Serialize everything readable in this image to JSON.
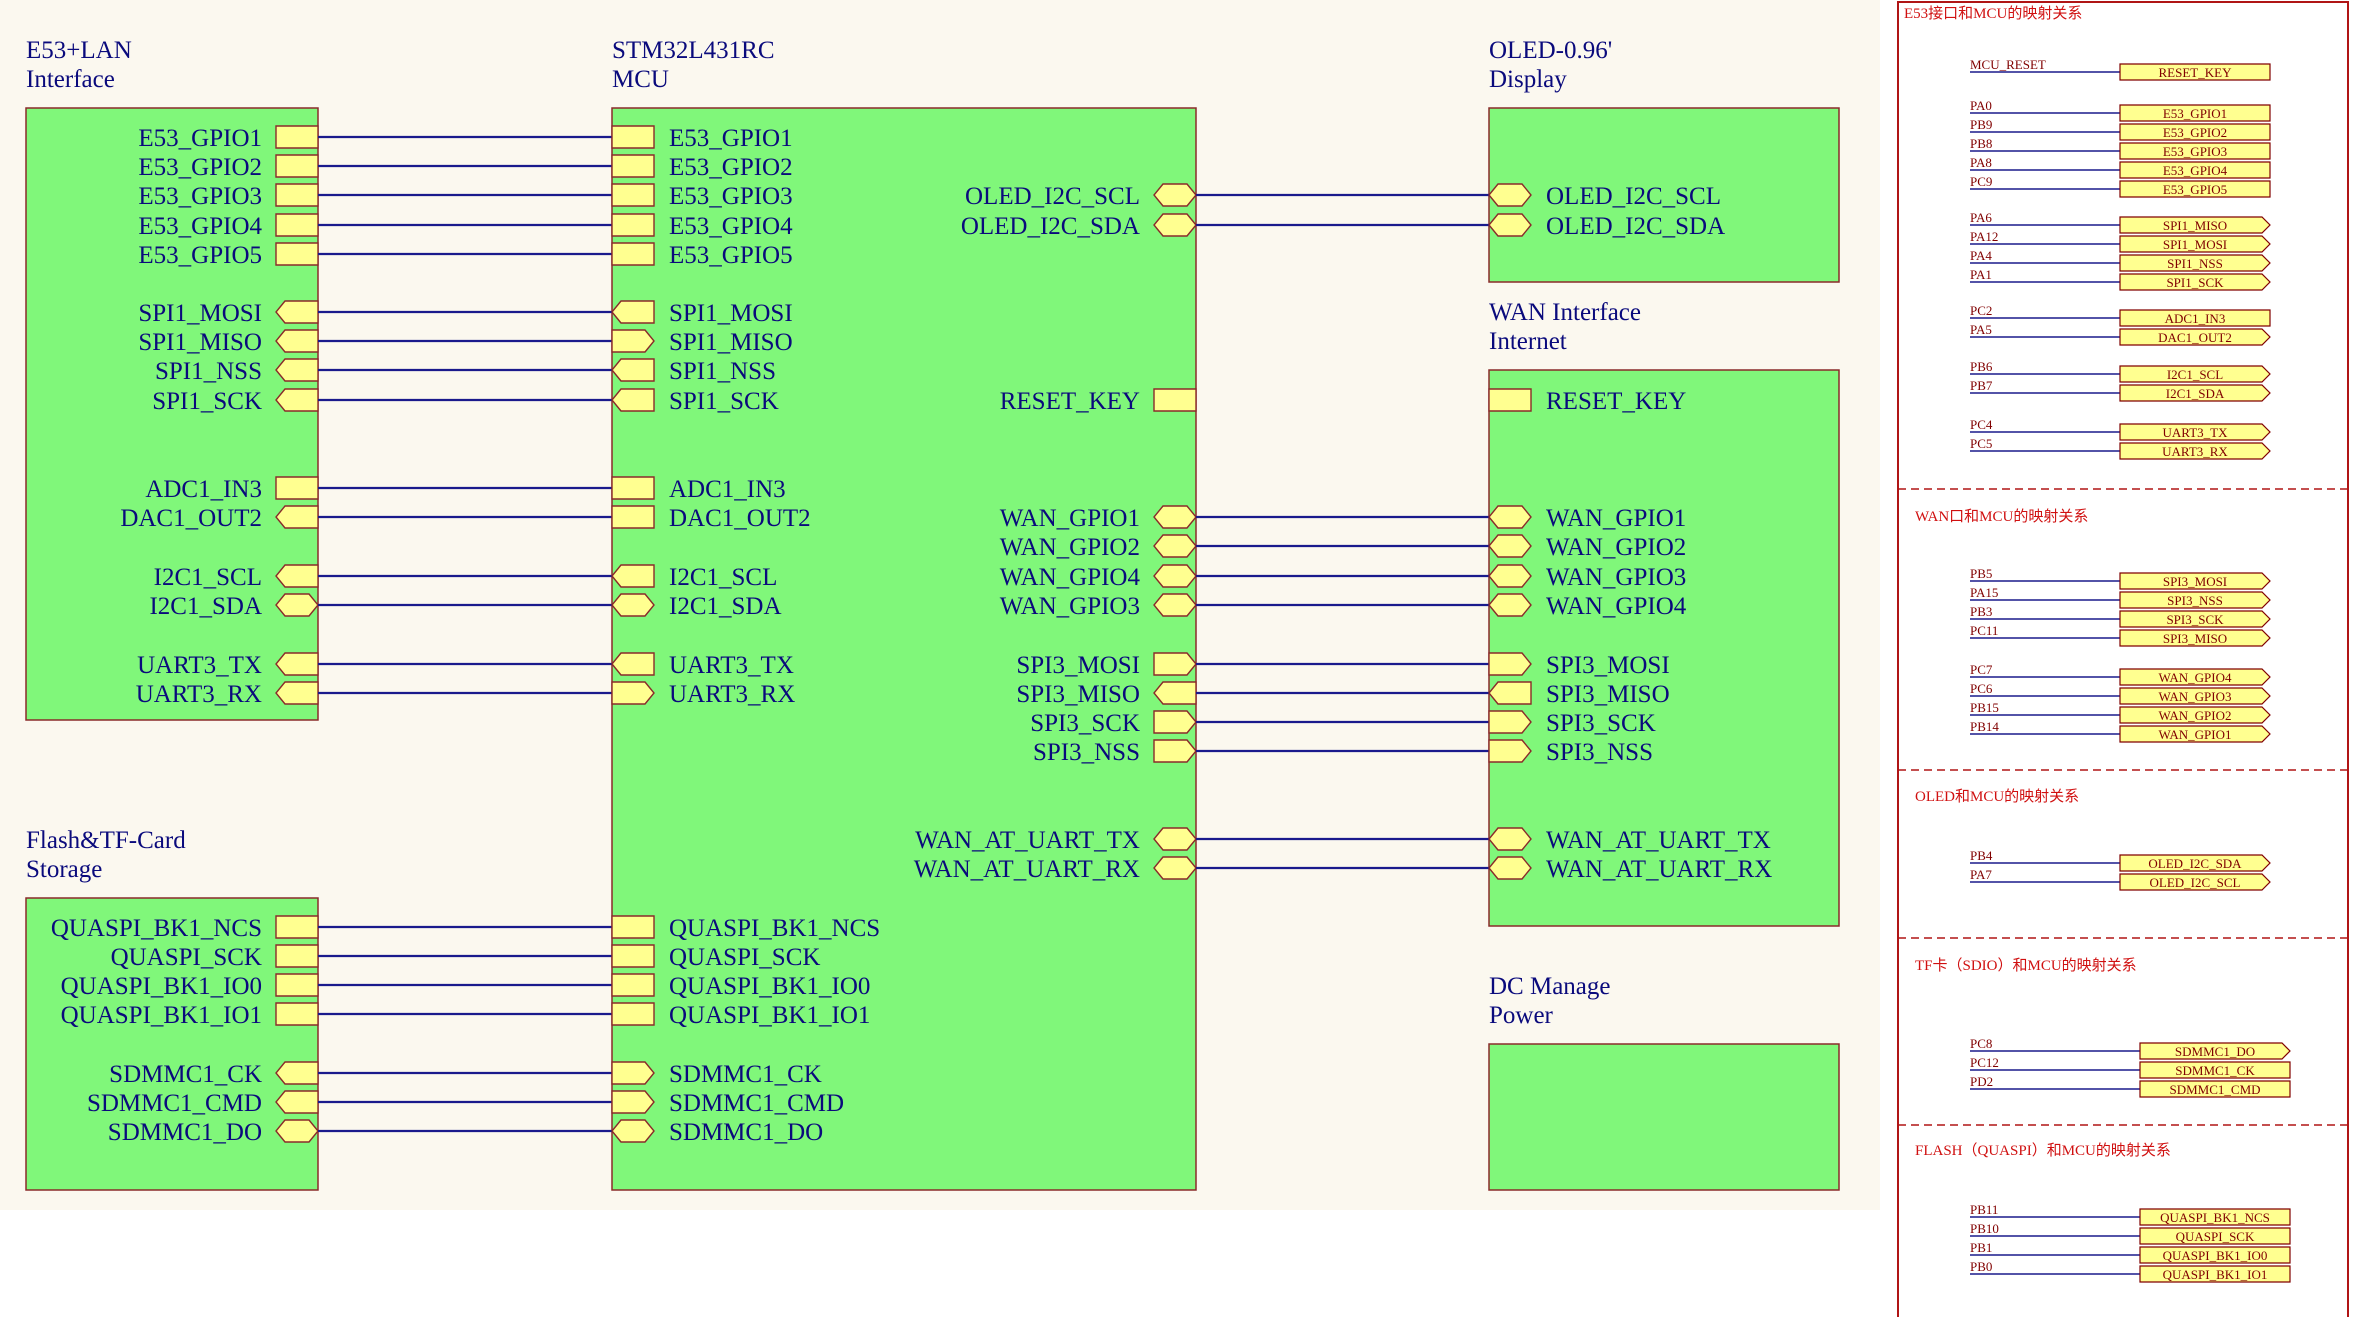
{
  "colors": {
    "background": "#fbf8ef",
    "block_fill": "#80f77a",
    "block_stroke": "#8a2a2a",
    "port_fill": "#ffff90",
    "port_stroke": "#8a2a2a",
    "wire": "#1a1a8c",
    "text_blue": "#0a0a7c",
    "map_border": "#b01515",
    "map_title": "#d01010",
    "map_label": "#800000",
    "map_wire": "#1a1a8c",
    "map_port_fill": "#ffff90"
  },
  "blocks": [
    {
      "id": "e53",
      "title1": "E53+LAN",
      "title2": "Interface"
    },
    {
      "id": "mcu",
      "title1": "STM32L431RC",
      "title2": "MCU"
    },
    {
      "id": "oled",
      "title1": "OLED-0.96'",
      "title2": "Display"
    },
    {
      "id": "wan",
      "title1": "WAN Interface",
      "title2": "Internet"
    },
    {
      "id": "flash",
      "title1": "Flash&TF-Card",
      "title2": "Storage"
    },
    {
      "id": "dc",
      "title1": "DC Manage",
      "title2": "Power"
    }
  ],
  "ports": {
    "e53_right": [
      {
        "label": "E53_GPIO1",
        "shape": "rect"
      },
      {
        "label": "E53_GPIO2",
        "shape": "rect"
      },
      {
        "label": "E53_GPIO3",
        "shape": "rect"
      },
      {
        "label": "E53_GPIO4",
        "shape": "rect"
      },
      {
        "label": "E53_GPIO5",
        "shape": "rect"
      },
      {
        "label": "SPI1_MOSI",
        "shape": "left"
      },
      {
        "label": "SPI1_MISO",
        "shape": "left"
      },
      {
        "label": "SPI1_NSS",
        "shape": "left"
      },
      {
        "label": "SPI1_SCK",
        "shape": "left"
      },
      {
        "label": "ADC1_IN3",
        "shape": "rect"
      },
      {
        "label": "DAC1_OUT2",
        "shape": "left"
      },
      {
        "label": "I2C1_SCL",
        "shape": "left"
      },
      {
        "label": "I2C1_SDA",
        "shape": "both"
      },
      {
        "label": "UART3_TX",
        "shape": "left"
      },
      {
        "label": "UART3_RX",
        "shape": "left"
      }
    ],
    "mcu_left": [
      {
        "label": "E53_GPIO1",
        "shape": "rect"
      },
      {
        "label": "E53_GPIO2",
        "shape": "rect"
      },
      {
        "label": "E53_GPIO3",
        "shape": "rect"
      },
      {
        "label": "E53_GPIO4",
        "shape": "rect"
      },
      {
        "label": "E53_GPIO5",
        "shape": "rect"
      },
      {
        "label": "SPI1_MOSI",
        "shape": "left"
      },
      {
        "label": "SPI1_MISO",
        "shape": "right"
      },
      {
        "label": "SPI1_NSS",
        "shape": "left"
      },
      {
        "label": "SPI1_SCK",
        "shape": "left"
      },
      {
        "label": "ADC1_IN3",
        "shape": "rect"
      },
      {
        "label": "DAC1_OUT2",
        "shape": "rect"
      },
      {
        "label": "I2C1_SCL",
        "shape": "left"
      },
      {
        "label": "I2C1_SDA",
        "shape": "both"
      },
      {
        "label": "UART3_TX",
        "shape": "left"
      },
      {
        "label": "UART3_RX",
        "shape": "right"
      },
      {
        "label": "QUASPI_BK1_NCS",
        "shape": "rect"
      },
      {
        "label": "QUASPI_SCK",
        "shape": "rect"
      },
      {
        "label": "QUASPI_BK1_IO0",
        "shape": "rect"
      },
      {
        "label": "QUASPI_BK1_IO1",
        "shape": "rect"
      },
      {
        "label": "SDMMC1_CK",
        "shape": "right"
      },
      {
        "label": "SDMMC1_CMD",
        "shape": "right"
      },
      {
        "label": "SDMMC1_DO",
        "shape": "both"
      }
    ],
    "mcu_right": [
      {
        "label": "OLED_I2C_SCL",
        "shape": "both"
      },
      {
        "label": "OLED_I2C_SDA",
        "shape": "both"
      },
      {
        "label": "RESET_KEY",
        "shape": "rect"
      },
      {
        "label": "WAN_GPIO1",
        "shape": "both"
      },
      {
        "label": "WAN_GPIO2",
        "shape": "both"
      },
      {
        "label": "WAN_GPIO4",
        "shape": "both"
      },
      {
        "label": "WAN_GPIO3",
        "shape": "both"
      },
      {
        "label": "SPI3_MOSI",
        "shape": "right"
      },
      {
        "label": "SPI3_MISO",
        "shape": "left"
      },
      {
        "label": "SPI3_SCK",
        "shape": "right"
      },
      {
        "label": "SPI3_NSS",
        "shape": "right"
      },
      {
        "label": "WAN_AT_UART_TX",
        "shape": "both"
      },
      {
        "label": "WAN_AT_UART_RX",
        "shape": "both"
      }
    ],
    "oled_left": [
      {
        "label": "OLED_I2C_SCL",
        "shape": "both"
      },
      {
        "label": "OLED_I2C_SDA",
        "shape": "both"
      }
    ],
    "wan_left": [
      {
        "label": "RESET_KEY",
        "shape": "rect"
      },
      {
        "label": "WAN_GPIO1",
        "shape": "both"
      },
      {
        "label": "WAN_GPIO2",
        "shape": "both"
      },
      {
        "label": "WAN_GPIO3",
        "shape": "both"
      },
      {
        "label": "WAN_GPIO4",
        "shape": "both"
      },
      {
        "label": "SPI3_MOSI",
        "shape": "right"
      },
      {
        "label": "SPI3_MISO",
        "shape": "left"
      },
      {
        "label": "SPI3_SCK",
        "shape": "right"
      },
      {
        "label": "SPI3_NSS",
        "shape": "right"
      },
      {
        "label": "WAN_AT_UART_TX",
        "shape": "both"
      },
      {
        "label": "WAN_AT_UART_RX",
        "shape": "both"
      }
    ],
    "flash_right": [
      {
        "label": "QUASPI_BK1_NCS",
        "shape": "rect"
      },
      {
        "label": "QUASPI_SCK",
        "shape": "rect"
      },
      {
        "label": "QUASPI_BK1_IO0",
        "shape": "rect"
      },
      {
        "label": "QUASPI_BK1_IO1",
        "shape": "rect"
      },
      {
        "label": "SDMMC1_CK",
        "shape": "left"
      },
      {
        "label": "SDMMC1_CMD",
        "shape": "left"
      },
      {
        "label": "SDMMC1_DO",
        "shape": "both"
      }
    ]
  },
  "mapping": {
    "sections": [
      {
        "title": "E53接口和MCU的映射关系",
        "groups": [
          [
            {
              "pin": "MCU_RESET",
              "net": "RESET_KEY",
              "shape": "rect"
            }
          ],
          [
            {
              "pin": "PA0",
              "net": "E53_GPIO1",
              "shape": "rect"
            },
            {
              "pin": "PB9",
              "net": "E53_GPIO2",
              "shape": "rect"
            },
            {
              "pin": "PB8",
              "net": "E53_GPIO3",
              "shape": "rect"
            },
            {
              "pin": "PA8",
              "net": "E53_GPIO4",
              "shape": "rect"
            },
            {
              "pin": "PC9",
              "net": "E53_GPIO5",
              "shape": "rect"
            }
          ],
          [
            {
              "pin": "PA6",
              "net": "SPI1_MISO",
              "shape": "right"
            },
            {
              "pin": "PA12",
              "net": "SPI1_MOSI",
              "shape": "right"
            },
            {
              "pin": "PA4",
              "net": "SPI1_NSS",
              "shape": "right"
            },
            {
              "pin": "PA1",
              "net": "SPI1_SCK",
              "shape": "right"
            }
          ],
          [
            {
              "pin": "PC2",
              "net": "ADC1_IN3",
              "shape": "rect"
            },
            {
              "pin": "PA5",
              "net": "DAC1_OUT2",
              "shape": "right"
            }
          ],
          [
            {
              "pin": "PB6",
              "net": "I2C1_SCL",
              "shape": "right"
            },
            {
              "pin": "PB7",
              "net": "I2C1_SDA",
              "shape": "right"
            }
          ],
          [
            {
              "pin": "PC4",
              "net": "UART3_TX",
              "shape": "right"
            },
            {
              "pin": "PC5",
              "net": "UART3_RX",
              "shape": "right"
            }
          ]
        ]
      },
      {
        "title": "WAN口和MCU的映射关系",
        "groups": [
          [
            {
              "pin": "PB5",
              "net": "SPI3_MOSI",
              "shape": "right"
            },
            {
              "pin": "PA15",
              "net": "SPI3_NSS",
              "shape": "right"
            },
            {
              "pin": "PB3",
              "net": "SPI3_SCK",
              "shape": "right"
            },
            {
              "pin": "PC11",
              "net": "SPI3_MISO",
              "shape": "right"
            }
          ],
          [
            {
              "pin": "PC7",
              "net": "WAN_GPIO4",
              "shape": "right"
            },
            {
              "pin": "PC6",
              "net": "WAN_GPIO3",
              "shape": "right"
            },
            {
              "pin": "PB15",
              "net": "WAN_GPIO2",
              "shape": "right"
            },
            {
              "pin": "PB14",
              "net": "WAN_GPIO1",
              "shape": "right"
            }
          ]
        ]
      },
      {
        "title": "OLED和MCU的映射关系",
        "groups": [
          [
            {
              "pin": "PB4",
              "net": "OLED_I2C_SDA",
              "shape": "right"
            },
            {
              "pin": "PA7",
              "net": "OLED_I2C_SCL",
              "shape": "right"
            }
          ]
        ]
      },
      {
        "title": "TF卡（SDIO）和MCU的映射关系",
        "groups": [
          [
            {
              "pin": "PC8",
              "net": "SDMMC1_DO",
              "shape": "right"
            },
            {
              "pin": "PC12",
              "net": "SDMMC1_CK",
              "shape": "rect"
            },
            {
              "pin": "PD2",
              "net": "SDMMC1_CMD",
              "shape": "rect"
            }
          ]
        ]
      },
      {
        "title": "FLASH（QUASPI）和MCU的映射关系",
        "groups": [
          [
            {
              "pin": "PB11",
              "net": "QUASPI_BK1_NCS",
              "shape": "rect"
            },
            {
              "pin": "PB10",
              "net": "QUASPI_SCK",
              "shape": "rect"
            },
            {
              "pin": "PB1",
              "net": "QUASPI_BK1_IO0",
              "shape": "rect"
            },
            {
              "pin": "PB0",
              "net": "QUASPI_BK1_IO1",
              "shape": "rect"
            }
          ]
        ]
      }
    ]
  }
}
